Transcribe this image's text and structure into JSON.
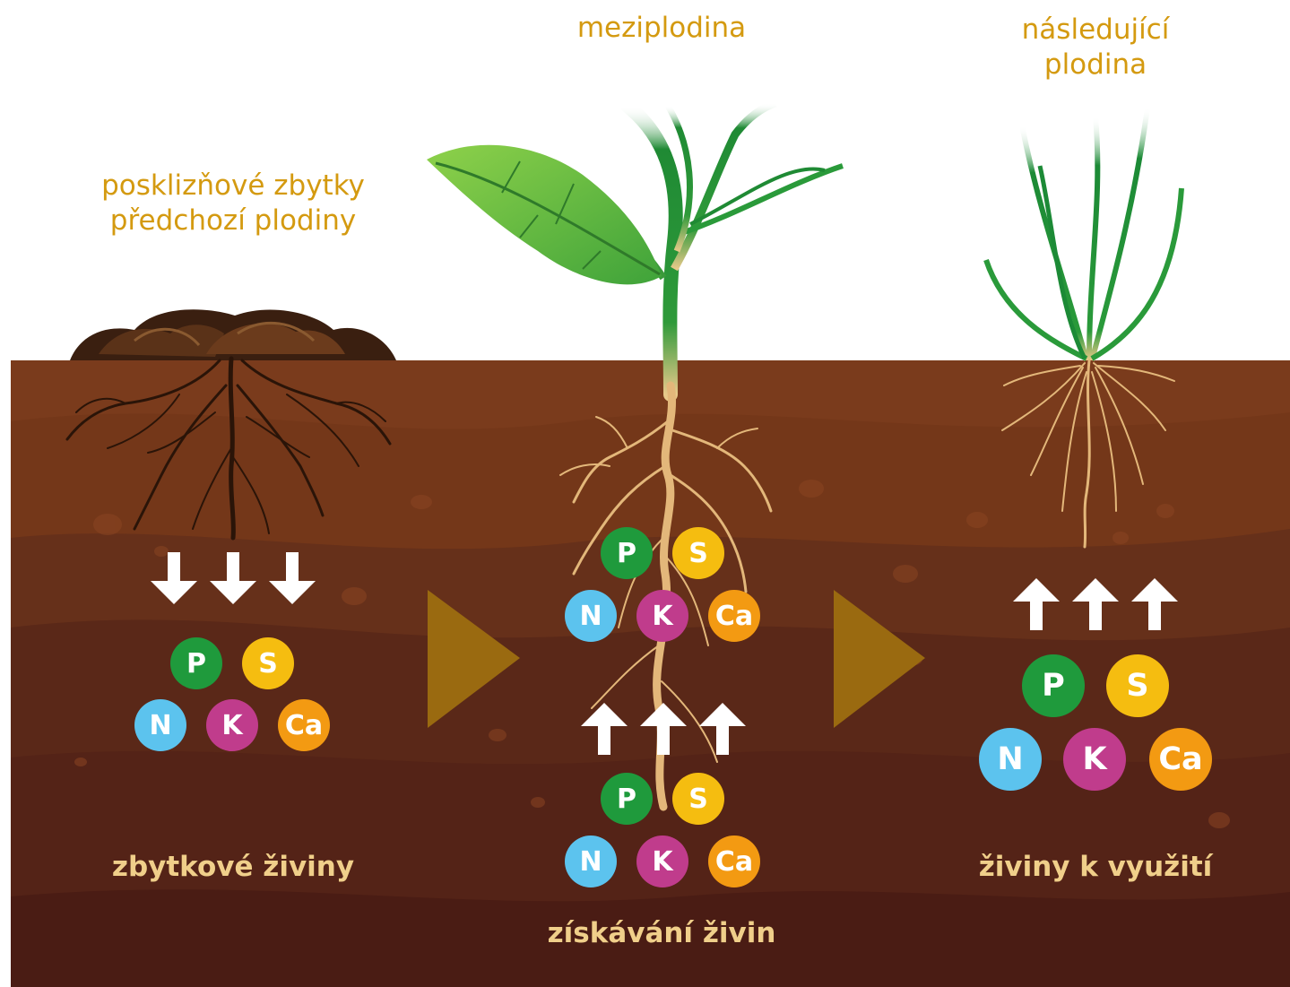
{
  "labels": {
    "residue_line1": "posklizňové zbytky",
    "residue_line2": "předchozí plodiny",
    "catch_crop": "meziplodina",
    "next_crop_line1": "následující",
    "next_crop_line2": "plodina",
    "residual_nutrients": "zbytkové živiny",
    "nutrient_uptake": "získávání živin",
    "available_nutrients": "živiny k využití"
  },
  "nutrients": [
    {
      "symbol": "P",
      "color": "#1f9a3c"
    },
    {
      "symbol": "S",
      "color": "#f5bd10"
    },
    {
      "symbol": "N",
      "color": "#5cc3ee"
    },
    {
      "symbol": "K",
      "color": "#c03c8c"
    },
    {
      "symbol": "Ca",
      "color": "#f39a12"
    }
  ],
  "colors": {
    "label_gold": "#d49a10",
    "soil_label": "#f0cf8a",
    "soil_top": "#7a3b1c",
    "soil_mid": "#66301a",
    "soil_deep": "#552417",
    "soil_bottom": "#4a1c14",
    "flow_arrow": "#9a6a10",
    "leaf_green": "#6cbf3a",
    "root_tan": "#e3b77a"
  },
  "icons": {
    "down_arrow": "down-arrow-icon",
    "up_arrow": "up-arrow-icon",
    "flow_triangle": "flow-triangle-icon"
  }
}
